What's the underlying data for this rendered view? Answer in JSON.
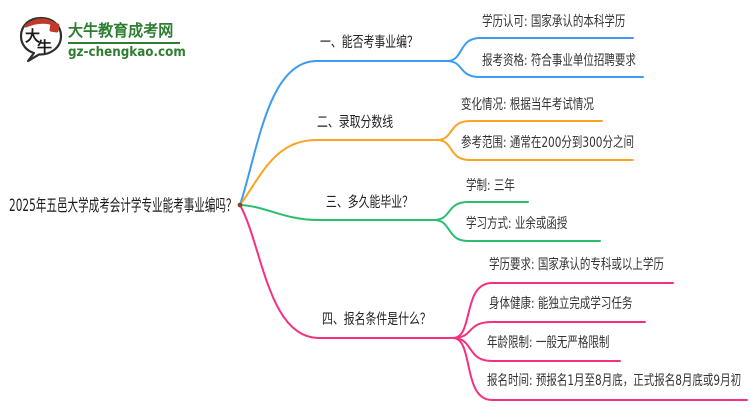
{
  "site": {
    "name": "大牛教育成考网",
    "domain": "gz-chengkao.com",
    "logo_chars": [
      "大",
      "牛"
    ],
    "brand_green": "#2e7d31",
    "seal_red": "#c0392b"
  },
  "mindmap": {
    "root": "2025年五邑大学成考会计学专业能考事业编吗？",
    "branches": [
      {
        "label": "一、能否考事业编？",
        "color": "#3e9bf0",
        "children": [
          "学历认可: 国家承认的本科学历",
          "报考资格: 符合事业单位招聘要求"
        ]
      },
      {
        "label": "二、录取分数线",
        "color": "#fba325",
        "children": [
          "变化情况: 根据当年考试情况",
          "参考范围: 通常在200分到300分之间"
        ]
      },
      {
        "label": "三、多久能毕业？",
        "color": "#2abe6c",
        "children": [
          "学制: 三年",
          "学习方式: 业余或函授"
        ]
      },
      {
        "label": "四、报名条件是什么？",
        "color": "#f5317f",
        "children": [
          "学历要求: 国家承认的专科或以上学历",
          "身体健康: 能独立完成学习任务",
          "年龄限制: 一般无严格限制",
          "报名时间: 预报名1月至8月底，正式报名8月底或9月初"
        ]
      }
    ]
  }
}
